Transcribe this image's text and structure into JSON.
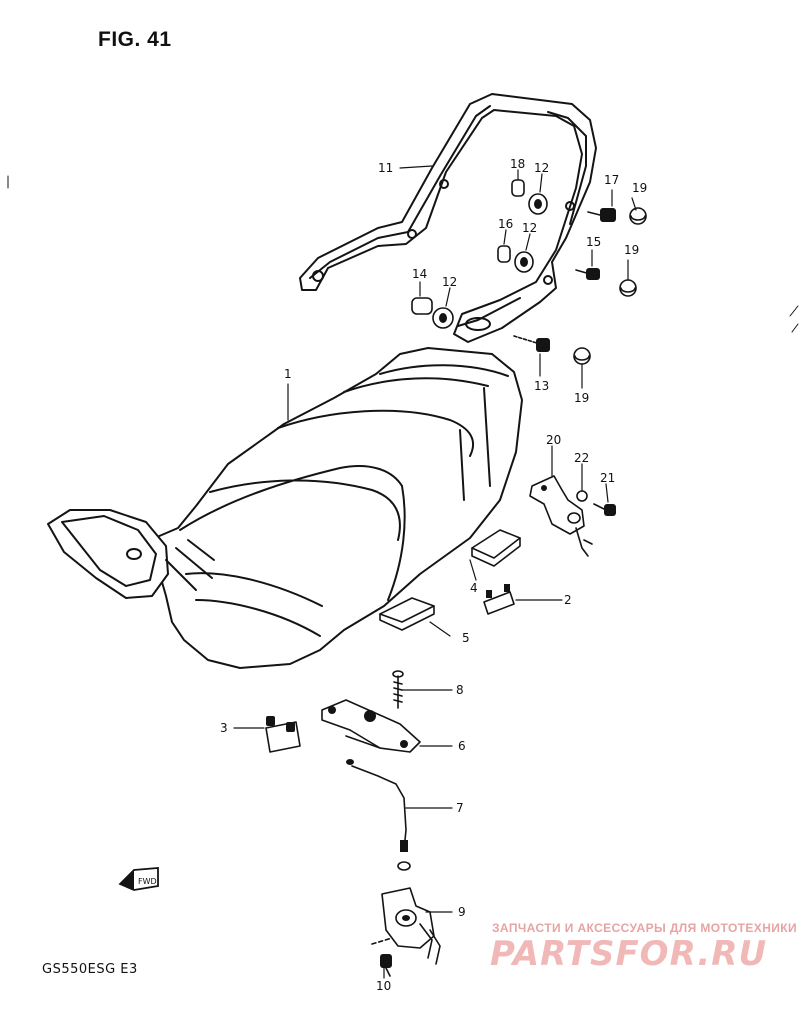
{
  "figure": {
    "title": "FIG. 41",
    "model_code": "GS550ESG  E3",
    "direction_arrow": "FWD"
  },
  "watermark": {
    "line1": "ЗАПЧАСТИ И АКСЕССУАРЫ ДЛЯ МОТОТЕХНИКИ",
    "logo": "PARTSFOR.RU"
  },
  "callouts": {
    "p1": "1",
    "p2": "2",
    "p3": "3",
    "p4": "4",
    "p5": "5",
    "p6": "6",
    "p7": "7",
    "p8": "8",
    "p9": "9",
    "p10": "10",
    "p11": "11",
    "p12a": "12",
    "p12b": "12",
    "p12c": "12",
    "p13": "13",
    "p14": "14",
    "p15": "15",
    "p16": "16",
    "p17": "17",
    "p18": "18",
    "p19a": "19",
    "p19b": "19",
    "p19c": "19",
    "p20": "20",
    "p21": "21",
    "p22": "22"
  }
}
